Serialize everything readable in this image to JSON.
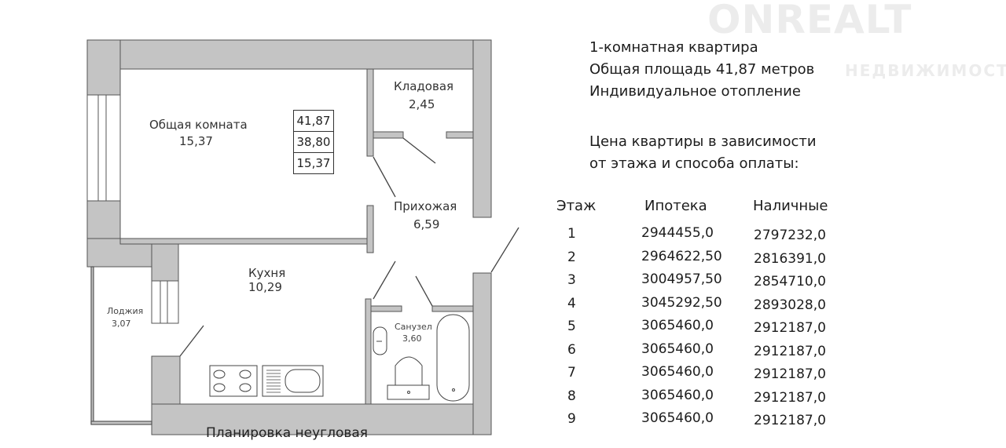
{
  "watermark": {
    "brand": "ONREALT",
    "sub": "НЕДВИЖИМОСТЬ"
  },
  "plan": {
    "rooms": {
      "living": {
        "name": "Общая комната",
        "area": "15,37"
      },
      "storage": {
        "name": "Кладовая",
        "area": "2,45"
      },
      "hall": {
        "name": "Прихожая",
        "area": "6,59"
      },
      "kitchen": {
        "name": "Кухня",
        "area": "10,29"
      },
      "loggia": {
        "name": "Лоджия",
        "area": "3,07"
      },
      "bathroom": {
        "name": "Санузел",
        "area": "3,60"
      }
    },
    "area_box": {
      "total": "41,87",
      "net": "38,80",
      "living": "15,37"
    },
    "caption": "Планировка неугловая"
  },
  "info": {
    "type": "1-комнатная квартира",
    "total_area": "Общая площадь 41,87 метров",
    "heating": "Индивидуальное отопление",
    "price_note_1": "Цена квартиры в зависимости",
    "price_note_2": "от этажа и способа оплаты:"
  },
  "price_table": {
    "headers": [
      "Этаж",
      "Ипотека",
      "Наличные"
    ],
    "rows": [
      [
        "1",
        "2944455,0",
        "2797232,0"
      ],
      [
        "2",
        "2964622,50",
        "2816391,0"
      ],
      [
        "3",
        "3004957,50",
        "2854710,0"
      ],
      [
        "4",
        "3045292,50",
        "2893028,0"
      ],
      [
        "5",
        "3065460,0",
        "2912187,0"
      ],
      [
        "6",
        "3065460,0",
        "2912187,0"
      ],
      [
        "7",
        "3065460,0",
        "2912187,0"
      ],
      [
        "8",
        "3065460,0",
        "2912187,0"
      ],
      [
        "9",
        "3065460,0",
        "2912187,0"
      ]
    ]
  }
}
